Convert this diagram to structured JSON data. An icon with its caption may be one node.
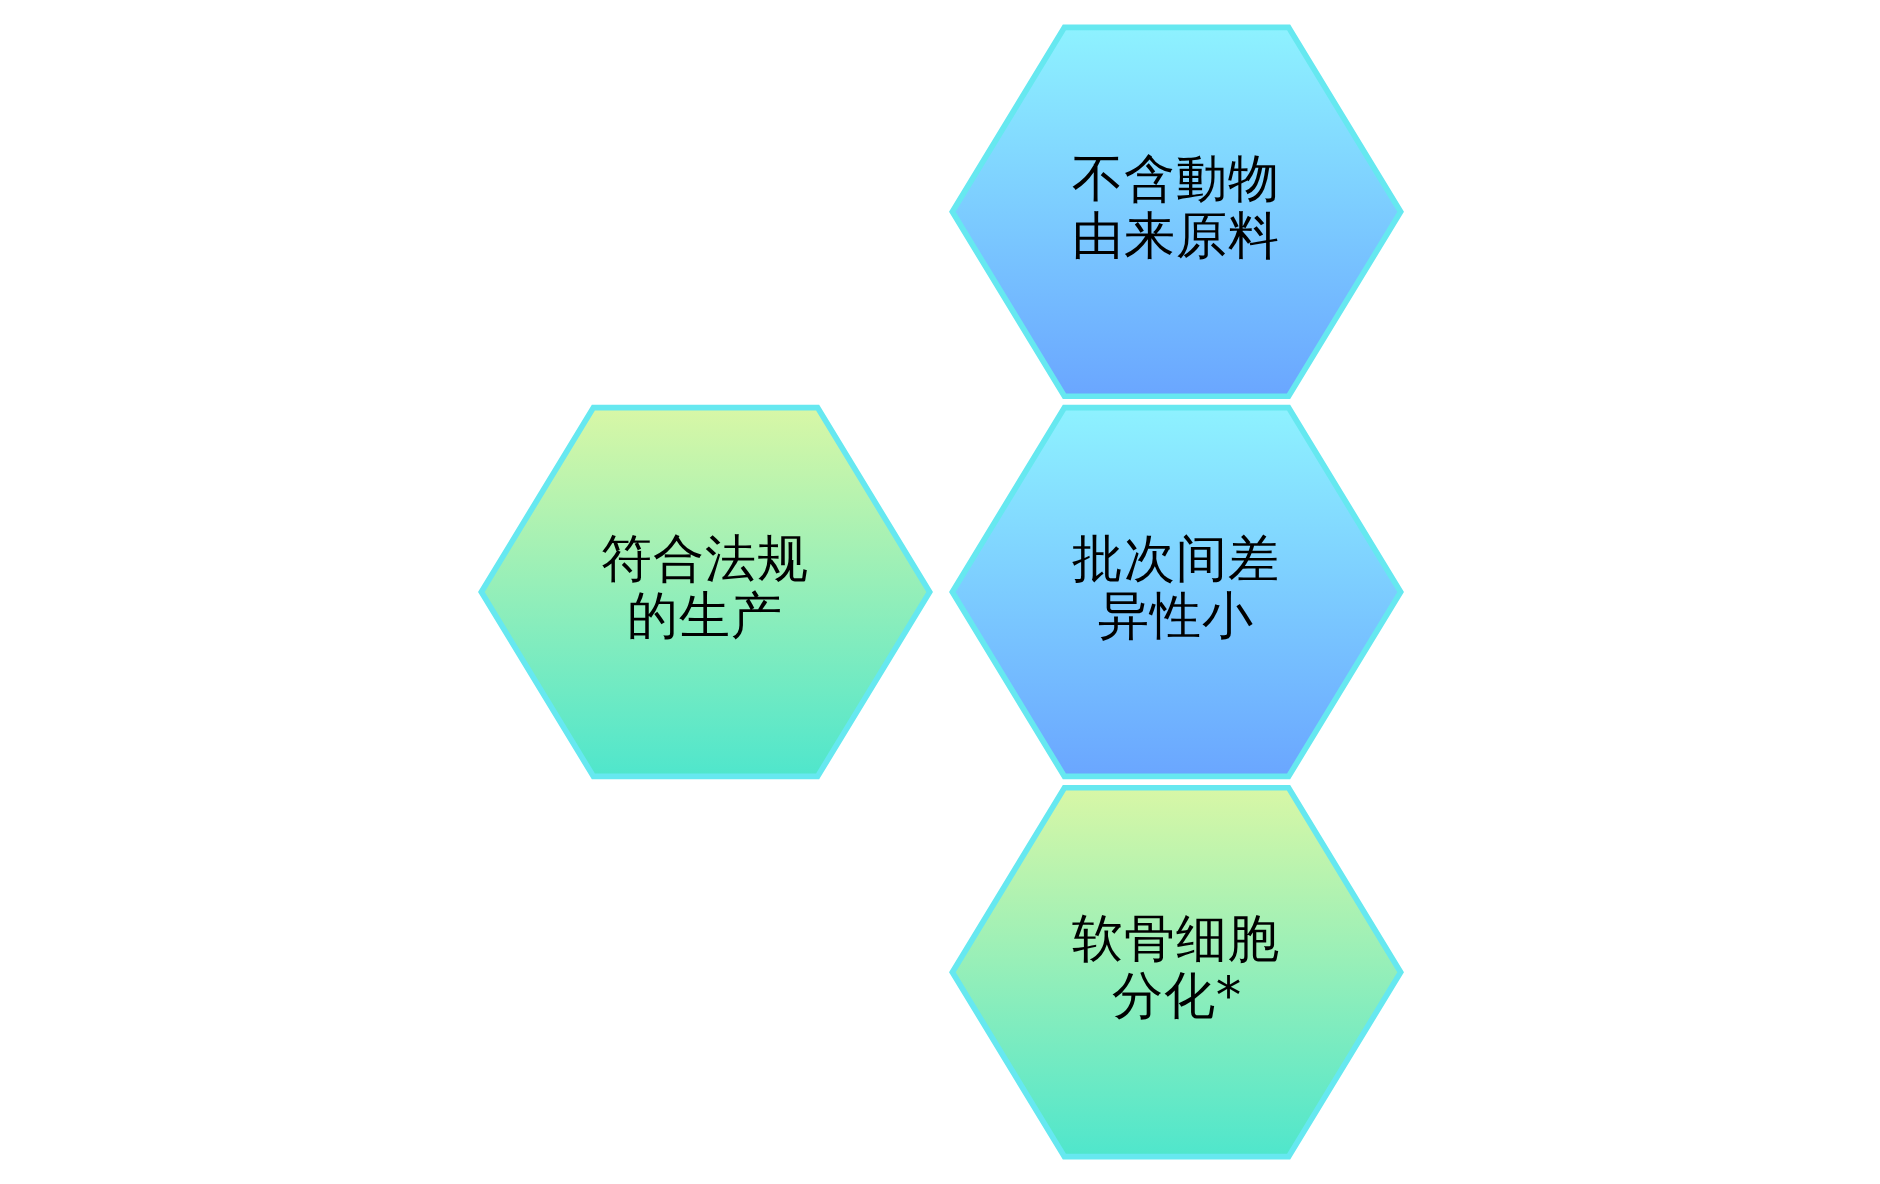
{
  "diagram": {
    "nodes": [
      {
        "text": [
          "不含動物由来原料"
        ]
      },
      {
        "text": [
          "符合法规的生产"
        ]
      },
      {
        "text": [
          "批次间差异性小"
        ]
      },
      {
        "text": [
          "软骨细胞分化*"
        ]
      }
    ]
  }
}
